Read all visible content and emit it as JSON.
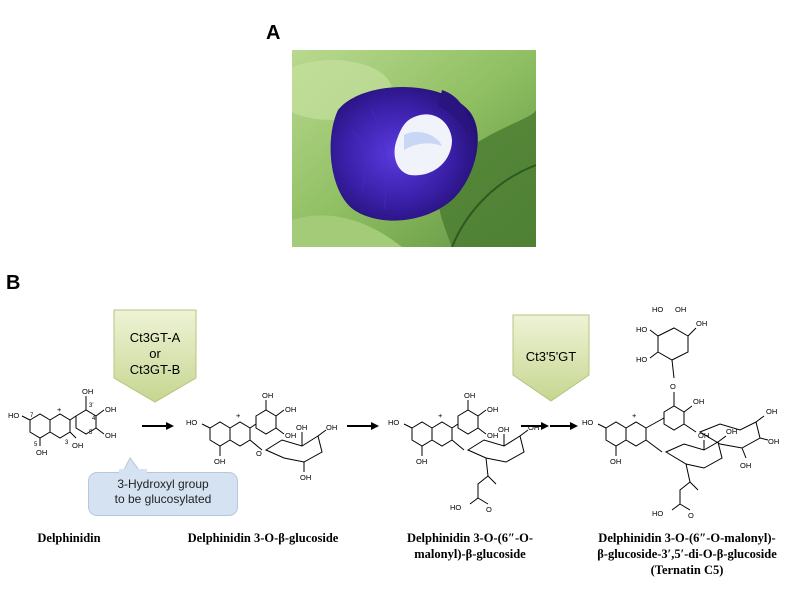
{
  "panels": {
    "a": "A",
    "b": "B"
  },
  "enzymes": {
    "first": {
      "line1": "Ct3GT-A",
      "line2": "or",
      "line3": "Ct3GT-B"
    },
    "second": {
      "line1": "Ct3'5'GT"
    }
  },
  "callout": {
    "line1": "3-Hydroxyl group",
    "line2": "to be glucosylated"
  },
  "compounds": {
    "c1": {
      "line1": "Delphinidin"
    },
    "c2": {
      "line1": "Delphinidin 3-O-β-glucoside"
    },
    "c3": {
      "line1": "Delphinidin 3-O-(6″-O-",
      "line2": "malonyl)-β-glucoside"
    },
    "c4": {
      "line1": "Delphinidin 3-O-(6″-O-malonyl)-",
      "line2": "β-glucoside-3′,5′-di-O-β-glucoside",
      "line3": "(Ternatin C5)"
    }
  },
  "atoms": {
    "oh": "OH",
    "ho": "HO",
    "o": "O",
    "plus": "+",
    "n7": "7",
    "n5": "5",
    "n3": "3",
    "n3p": "3'",
    "n4p": "4'",
    "n5p": "5'"
  },
  "colors": {
    "petal": "#3a1fa8",
    "petal_dark": "#221070",
    "leaf": "#8fc064",
    "leaf_dark": "#4f7f36",
    "enzyme_fill": "#dfe8bf",
    "callout_fill": "#d4e2f1"
  }
}
